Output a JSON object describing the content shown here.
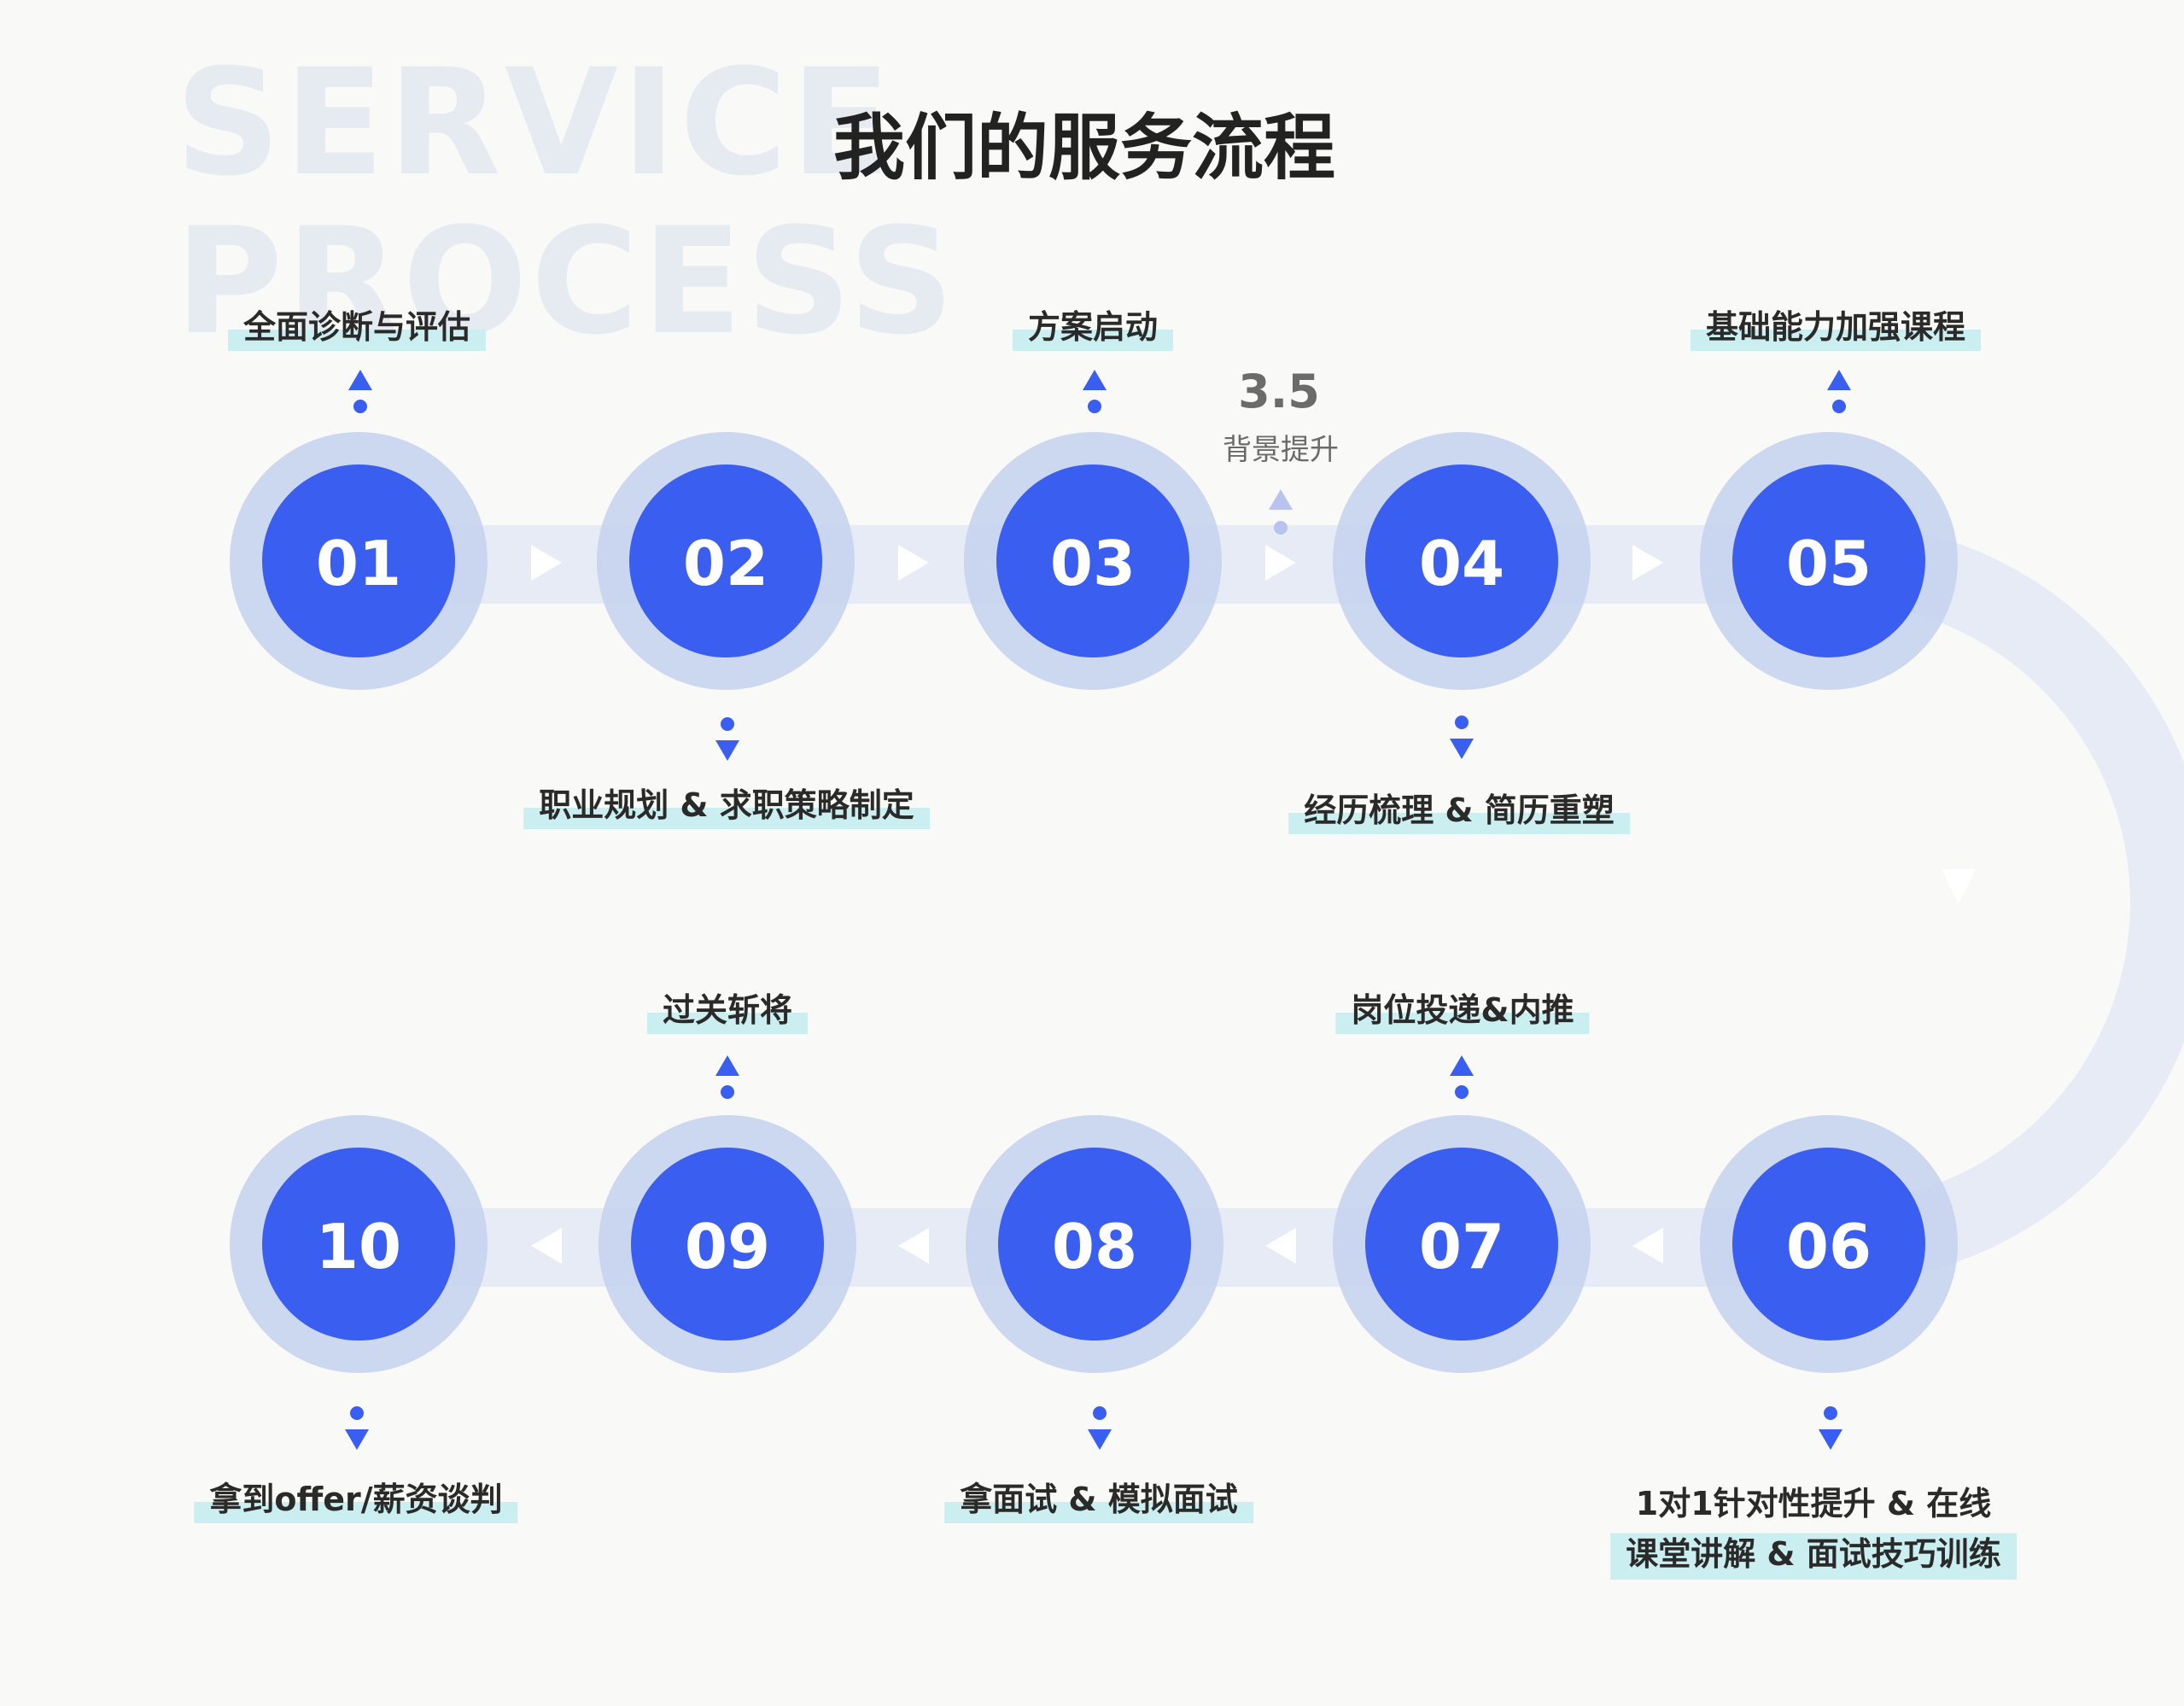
{
  "background_text": {
    "line1": "SERVICE",
    "line2": "PROCESS"
  },
  "title": "我们的服务流程",
  "steps": [
    {
      "num": "01",
      "label": "全面诊断与评估"
    },
    {
      "num": "02",
      "label": "职业规划 & 求职策略制定"
    },
    {
      "num": "03",
      "label": "方案启动"
    },
    {
      "num": "04",
      "label": "经历梳理 & 简历重塑"
    },
    {
      "num": "05",
      "label": "基础能力加强课程"
    },
    {
      "num": "06",
      "label_line1": "1对1针对性提升 & 在线",
      "label_line2": "课堂讲解 & 面试技巧训练"
    },
    {
      "num": "07",
      "label": "岗位投递&内推"
    },
    {
      "num": "08",
      "label": "拿面试 & 模拟面试"
    },
    {
      "num": "09",
      "label": "过关斩将"
    },
    {
      "num": "10",
      "label": "拿到offer/薪资谈判"
    }
  ],
  "substep": {
    "num": "3.5",
    "label": "背景提升"
  },
  "colors": {
    "circle_inner": "#3a5ef0",
    "circle_outer": "#c6d3ee",
    "track": "#e6ebf5",
    "arrow": "#3a5ef0",
    "highlight": "#cbeff0",
    "text": "#2a2a2a"
  }
}
